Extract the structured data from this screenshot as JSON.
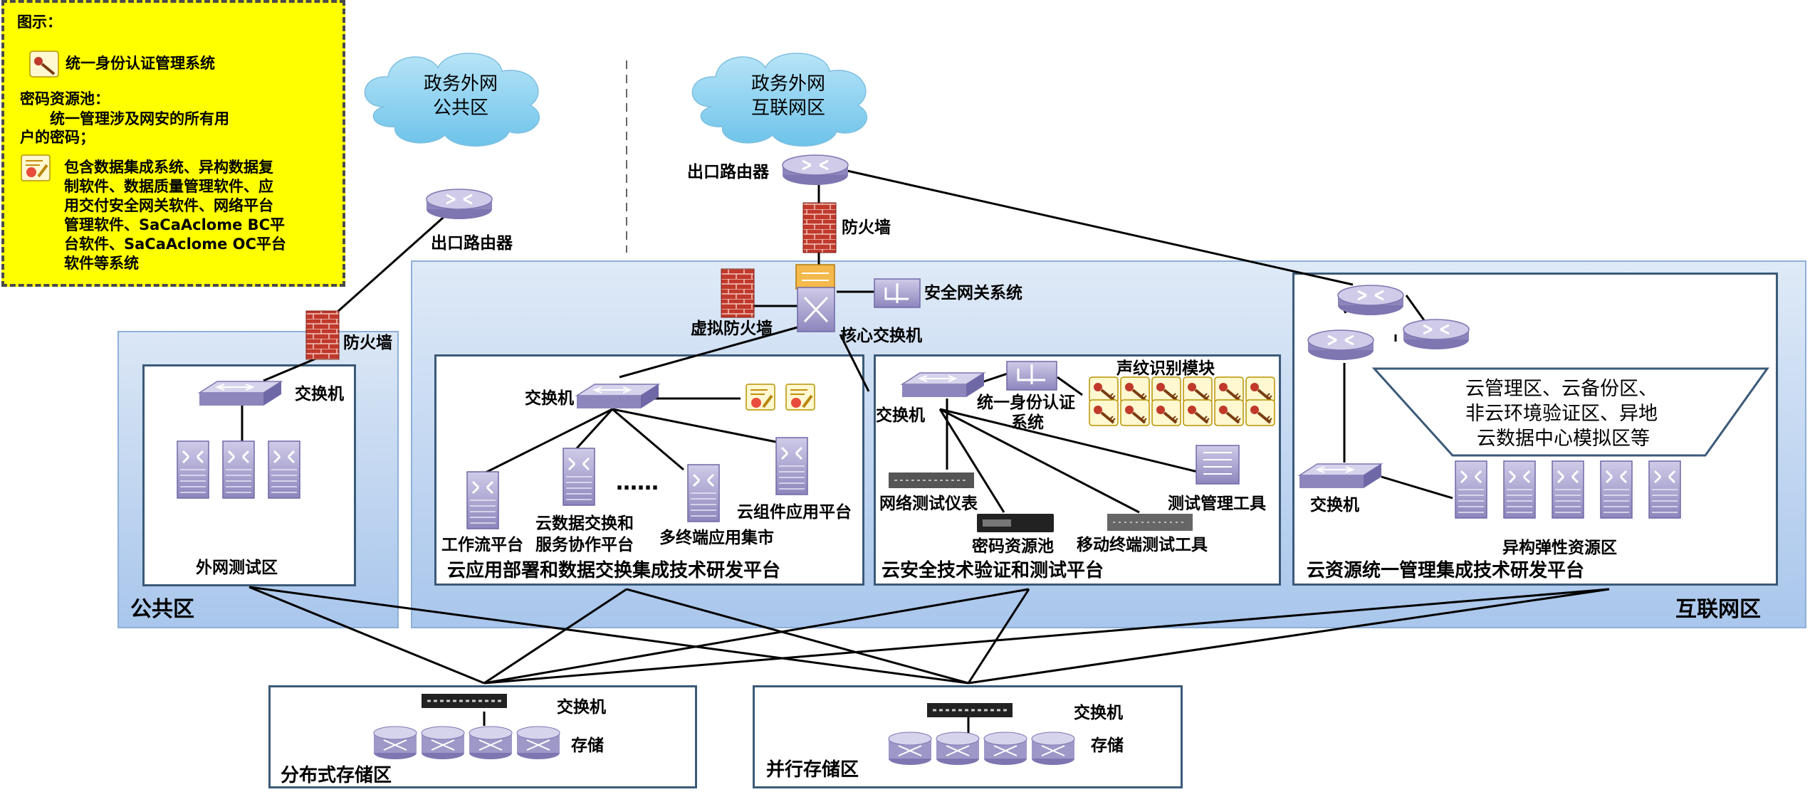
{
  "legend": {
    "title": "图示：",
    "item1": "统一身份认证管理系统",
    "item2_line1": "密码资源池：",
    "item2_line2": "统一管理涉及网安的所有用",
    "item2_line3": "户的密码；",
    "item3_lines": [
      "包含数据集成系统、异构数据复",
      "制软件、数据质量管理软件、应",
      "用交付安全网关软件、网络平台",
      "管理软件、SaCaAclome BC平",
      "台软件、SaCaAclome OC平台",
      "软件等系统"
    ]
  },
  "clouds": {
    "public_l1": "政务外网",
    "public_l2": "公共区",
    "internet_l1": "政务外网",
    "internet_l2": "互联网区"
  },
  "labels": {
    "exit_router_public": "出口路由器",
    "exit_router_internet": "出口路由器",
    "firewall_top": "防火墙",
    "firewall_public": "防火墙",
    "virtual_firewall": "虚拟防火墙",
    "core_switch": "核心交换机",
    "security_gateway": "安全网关系统",
    "switch_public": "交换机",
    "zone_external_test": "外网测试区",
    "zone_public": "公共区",
    "zone_internet": "互联网区",
    "switch_app": "交换机",
    "workflow_platform": "工作流平台",
    "cloud_exchange_l1": "云数据交换和",
    "cloud_exchange_l2": "服务协作平台",
    "ellipsis": "……",
    "multi_terminal": "多终端应用集市",
    "cloud_component": "云组件应用平台",
    "platform_app": "云应用部署和数据交换集成技术研发平台",
    "switch_sec": "交换机",
    "uia_l1": "统一身份认证",
    "uia_l2": "系统",
    "voiceprint": "声纹识别模块",
    "network_tester": "网络测试仪表",
    "password_pool": "密码资源池",
    "mobile_test": "移动终端测试工具",
    "test_mgmt": "测试管理工具",
    "platform_sec": "云安全技术验证和测试平台",
    "cloud_zones_l1": "云管理区、云备份区、",
    "cloud_zones_l2": "非云环境验证区、异地",
    "cloud_zones_l3": "云数据中心模拟区等",
    "switch_res": "交换机",
    "hetero_pool": "异构弹性资源区",
    "platform_res": "云资源统一管理集成技术研发平台",
    "dist_switch": "交换机",
    "dist_storage": "存储",
    "zone_dist": "分布式存储区",
    "par_switch": "交换机",
    "par_storage": "存储",
    "zone_par": "并行存储区"
  },
  "colors": {
    "zone_fill": "#c6d9f1",
    "zone_border": "#8eb0d8",
    "platform_border": "#3b5a78",
    "device_purple": "#a59fcc",
    "firewall_red": "#c0392b",
    "cloud_blue": "#8fd3ef",
    "legend_yellow": "#ffff00"
  }
}
